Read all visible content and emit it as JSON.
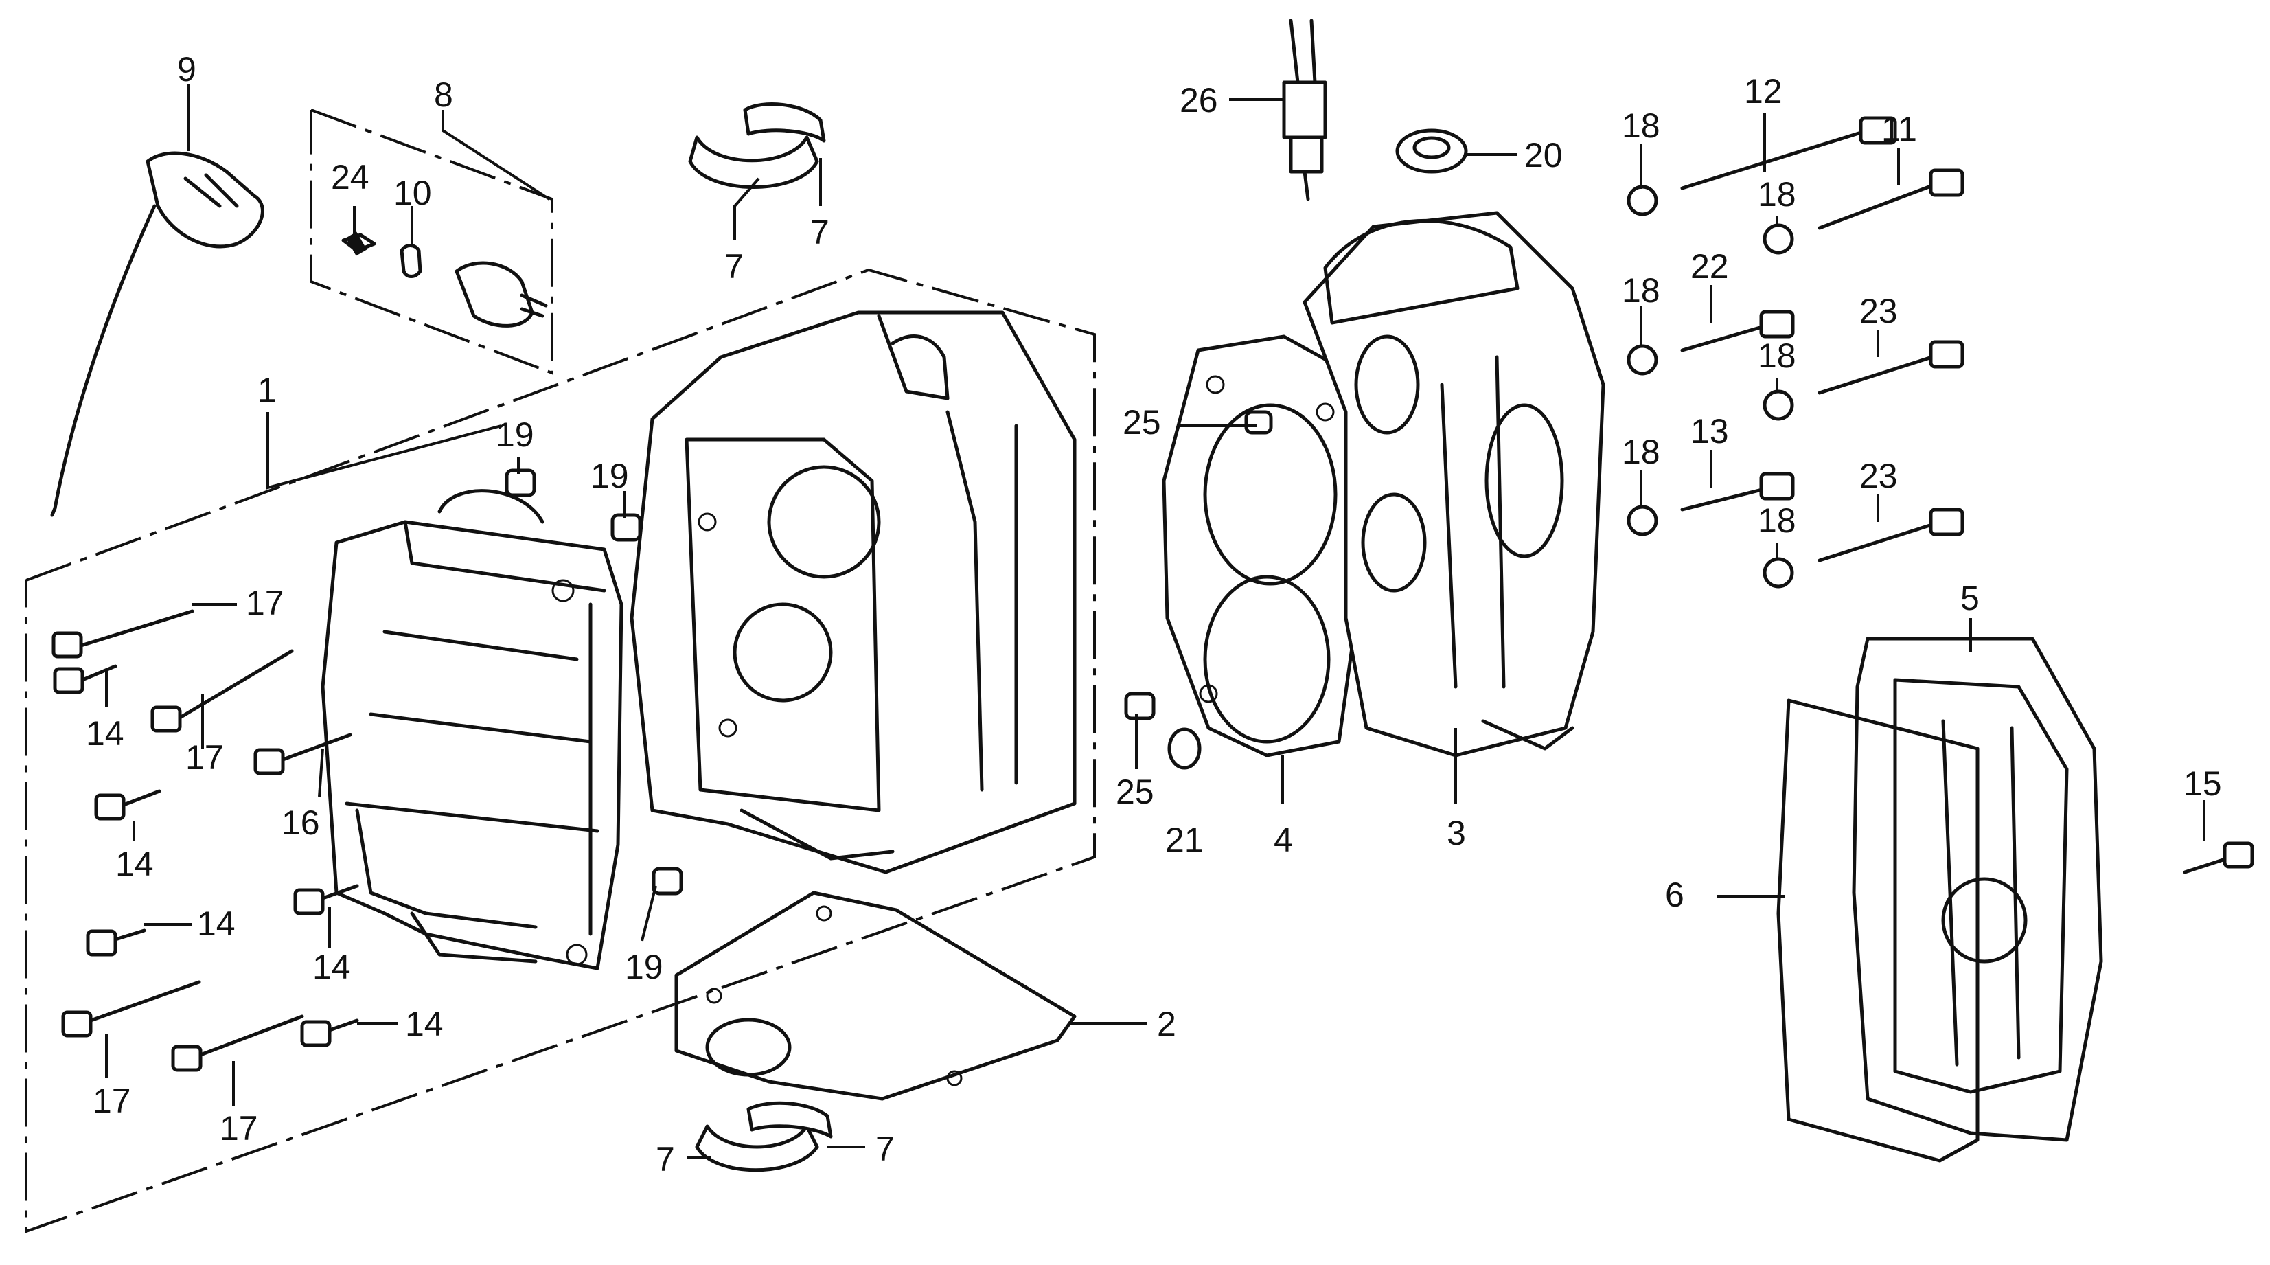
{
  "callouts": [
    "1",
    "2",
    "3",
    "4",
    "5",
    "6",
    "7",
    "8",
    "9",
    "10",
    "11",
    "12",
    "13",
    "14",
    "15",
    "16",
    "17",
    "18",
    "19",
    "20",
    "21",
    "22",
    "23",
    "24",
    "25",
    "26"
  ]
}
